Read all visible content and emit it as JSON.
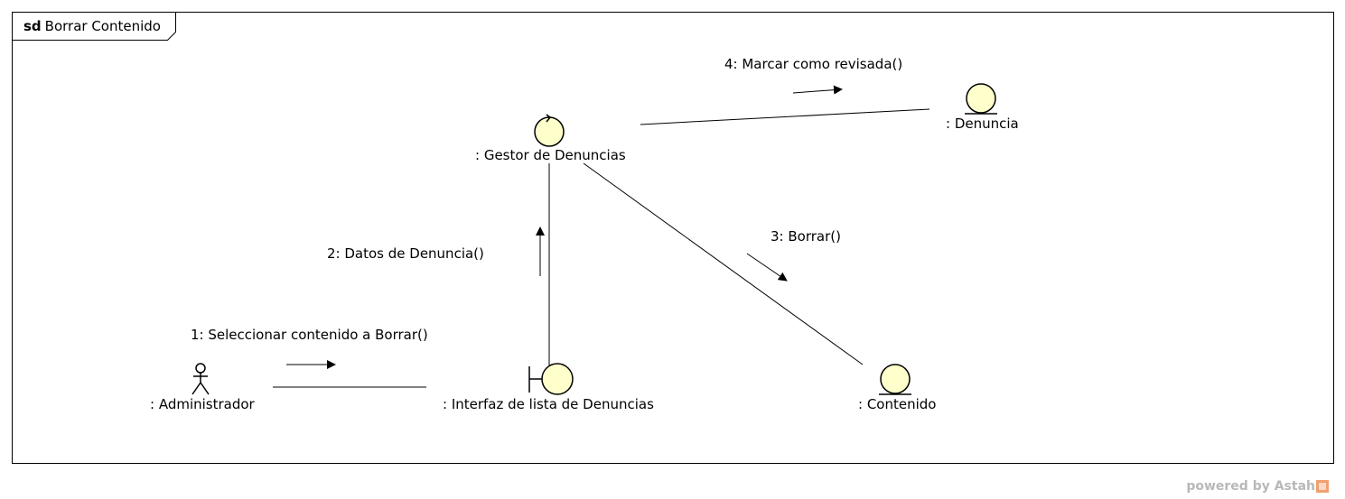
{
  "frame": {
    "keyword": "sd",
    "name": "Borrar Contenido"
  },
  "objects": {
    "gestor": ": Gestor de Denuncias",
    "denuncia": ": Denuncia",
    "administrador": ": Administrador",
    "interfaz": ": Interfaz de lista de Denuncias",
    "contenido": ": Contenido"
  },
  "messages": {
    "m1": "1: Seleccionar contenido a Borrar()",
    "m2": "2: Datos de Denuncia()",
    "m3": "3: Borrar()",
    "m4": "4: Marcar como revisada()"
  },
  "footer": {
    "text": "powered by Astah"
  },
  "colors": {
    "lifeline_fill": "#ffffcc",
    "stroke": "#000000"
  }
}
